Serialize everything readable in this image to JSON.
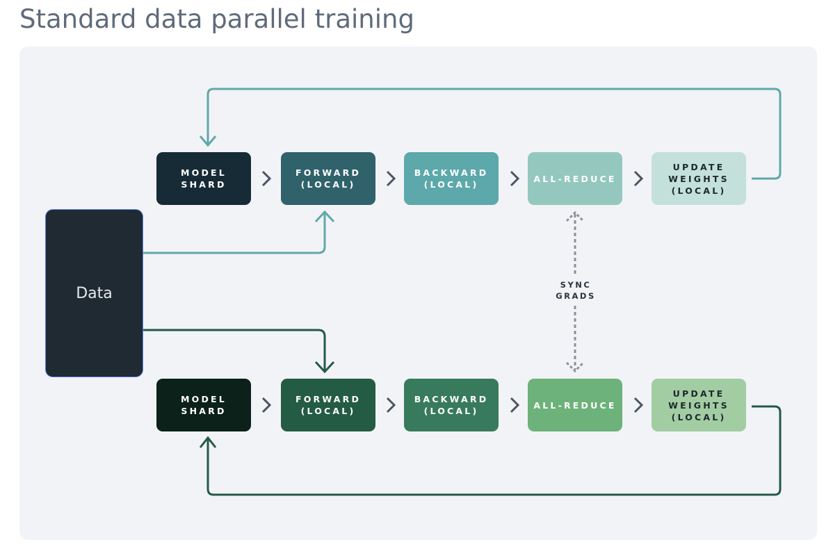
{
  "title": "Standard data parallel training",
  "data_node": {
    "label": "Data"
  },
  "sync": {
    "label": "SYNC\nGRADS"
  },
  "colors": {
    "top_arrow": "#5fa8a8",
    "bottom_arrow": "#235a44",
    "chevron": "#4a5563",
    "sync_arrow": "#8c9299"
  },
  "pipelines": [
    {
      "name": "top",
      "steps": [
        {
          "label": "MODEL\nSHARD",
          "bg": "#172b36",
          "fg": "#ffffff"
        },
        {
          "label": "FORWARD\n(LOCAL)",
          "bg": "#2f626b",
          "fg": "#ffffff"
        },
        {
          "label": "BACKWARD\n(LOCAL)",
          "bg": "#5ca8aa",
          "fg": "#ffffff"
        },
        {
          "label": "ALL-REDUCE",
          "bg": "#94c8bf",
          "fg": "#ffffff"
        },
        {
          "label": "UPDATE\nWEIGHTS\n(LOCAL)",
          "bg": "#c4e0da",
          "fg": "#1e2730"
        }
      ]
    },
    {
      "name": "bottom",
      "steps": [
        {
          "label": "MODEL\nSHARD",
          "bg": "#0b2119",
          "fg": "#ffffff"
        },
        {
          "label": "FORWARD\n(LOCAL)",
          "bg": "#245b44",
          "fg": "#ffffff"
        },
        {
          "label": "BACKWARD\n(LOCAL)",
          "bg": "#387b5c",
          "fg": "#ffffff"
        },
        {
          "label": "ALL-REDUCE",
          "bg": "#6db27a",
          "fg": "#ffffff"
        },
        {
          "label": "UPDATE\nWEIGHTS\n(LOCAL)",
          "bg": "#a2cda2",
          "fg": "#1e2730"
        }
      ]
    }
  ]
}
